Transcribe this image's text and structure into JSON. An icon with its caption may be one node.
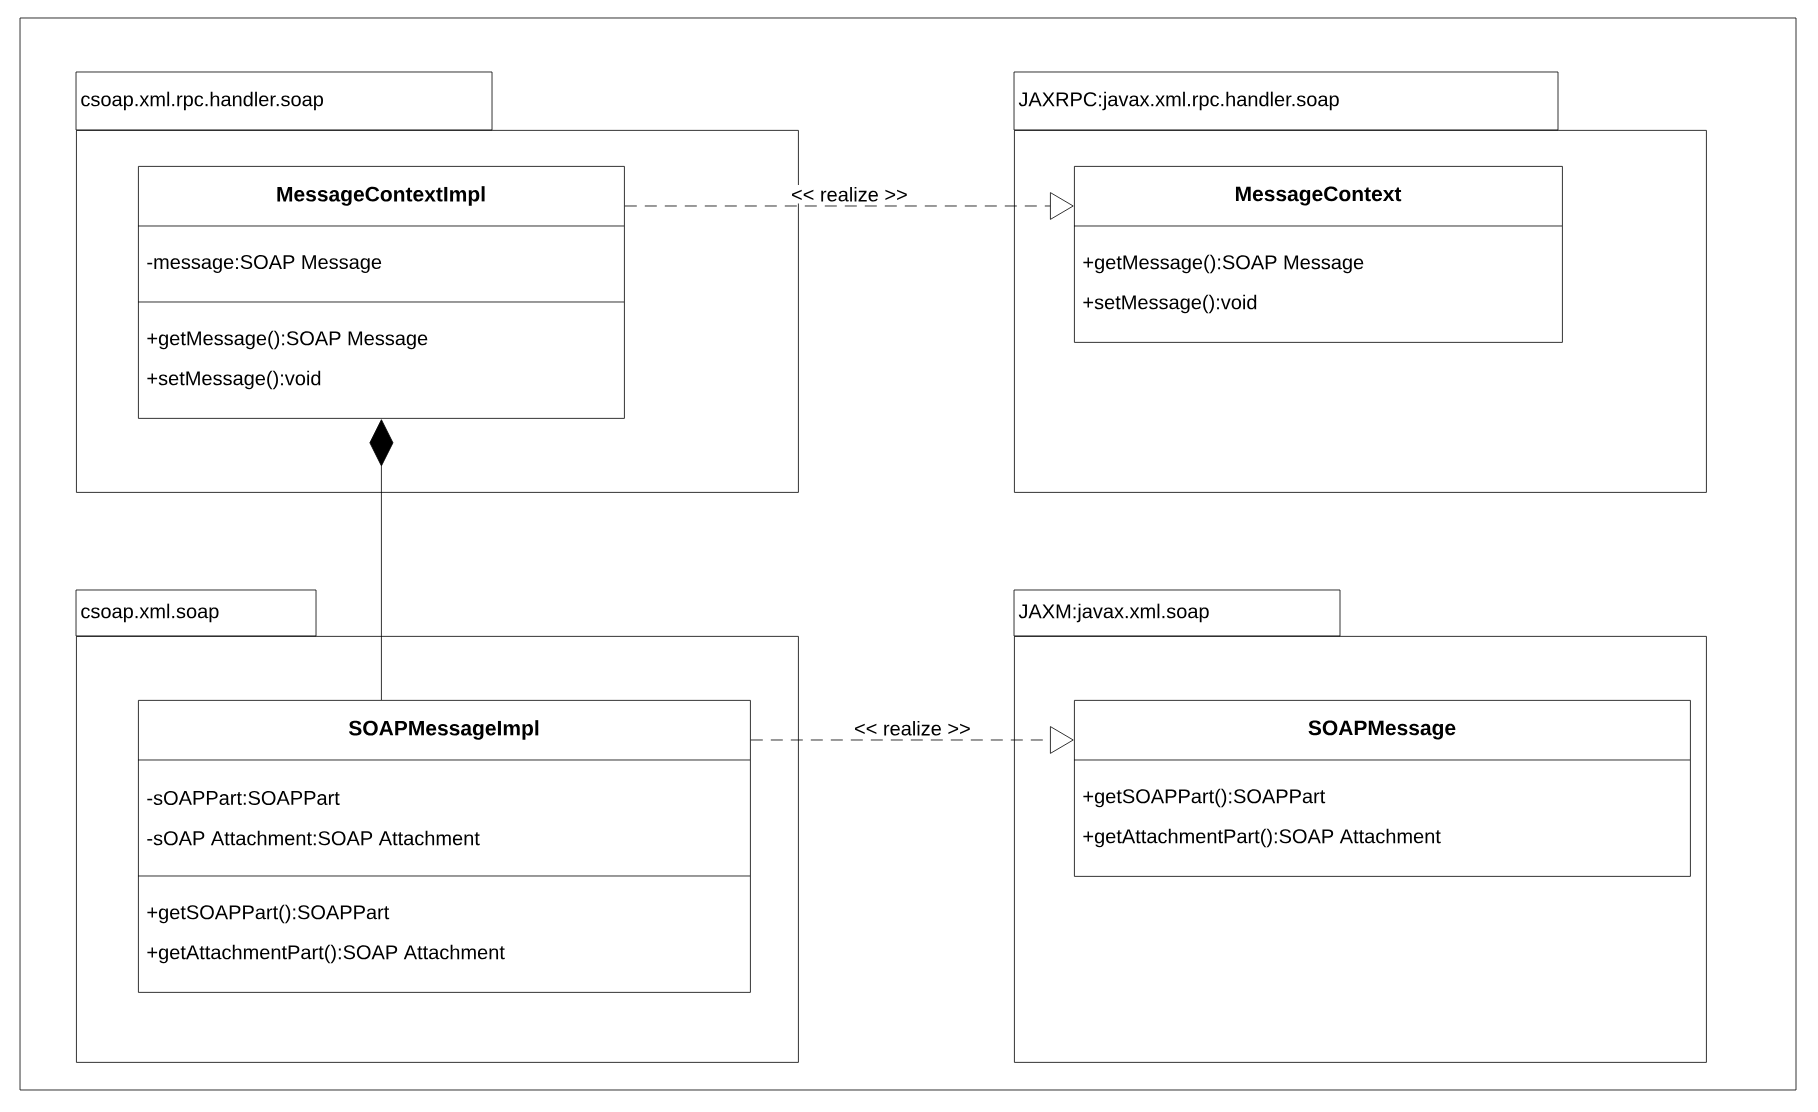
{
  "diagram": {
    "nodes": [
      {
        "text": [
          "csoap.xml.rpc.handler.soap"
        ]
      },
      {
        "text": [
          "MessageContextImpl",
          "-message:SOAP Message",
          "+getMessage():SOAP Message",
          "+setMessage():void"
        ],
        "in": 0
      },
      {
        "text": [
          "JAXRPC:javax.xml.rpc.handler.soap"
        ]
      },
      {
        "text": [
          "MessageContext",
          "+getMessage():SOAP Message",
          "+setMessage():void"
        ],
        "in": 2
      },
      {
        "text": [
          "csoap.xml.soap"
        ]
      },
      {
        "text": [
          "SOAPMessageImpl",
          "-sOAPPart:SOAPPart",
          "-sOAP Attachment:SOAP Attachment",
          "+getSOAPPart():SOAPPart",
          "+getAttachmentPart():SOAP Attachment"
        ],
        "in": 4
      },
      {
        "text": [
          "JAXM:javax.xml.soap"
        ]
      },
      {
        "text": [
          "SOAPMessage",
          "+getSOAPPart():SOAPPart",
          "+getAttachmentPart():SOAP Attachment"
        ],
        "in": 6
      }
    ],
    "edges": [
      {
        "from": 1,
        "to": 3,
        "arrow": "to",
        "label": "<< realize >>",
        "style": "dashed"
      },
      {
        "from": 1,
        "to": 5,
        "arrow": "other"
      },
      {
        "from": 5,
        "to": 7,
        "arrow": "to",
        "label": "<< realize >>",
        "style": "dashed"
      }
    ]
  }
}
